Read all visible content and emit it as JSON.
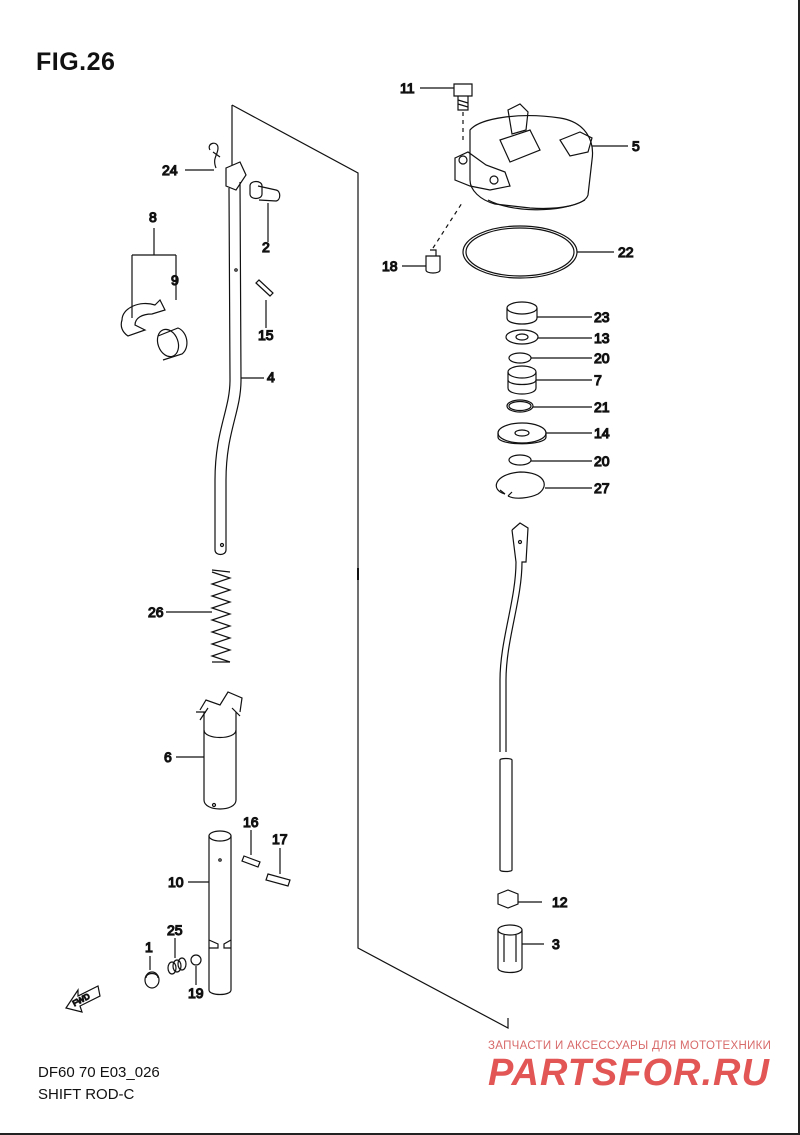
{
  "figure": {
    "title": "FIG.26",
    "model_code": "DF60 70 E03_026",
    "section_name": "SHIFT ROD-C"
  },
  "watermark": {
    "tagline": "ЗАПЧАСТИ И АКСЕССУАРЫ ДЛЯ МОТОТЕХНИКИ",
    "logo": "PARTSFOR.RU",
    "color": "#e04848"
  },
  "fwd_arrow": {
    "label": "FWD"
  },
  "callouts": {
    "p1": "1",
    "p2": "2",
    "p3": "3",
    "p4": "4",
    "p5": "5",
    "p6": "6",
    "p7": "7",
    "p8": "8",
    "p9": "9",
    "p10": "10",
    "p11": "11",
    "p12": "12",
    "p13": "13",
    "p14": "14",
    "p15": "15",
    "p16": "16",
    "p17": "17",
    "p18": "18",
    "p19": "19",
    "p20a": "20",
    "p20b": "20",
    "p21": "21",
    "p22": "22",
    "p23": "23",
    "p24": "24",
    "p25": "25",
    "p26": "26",
    "p27": "27"
  }
}
